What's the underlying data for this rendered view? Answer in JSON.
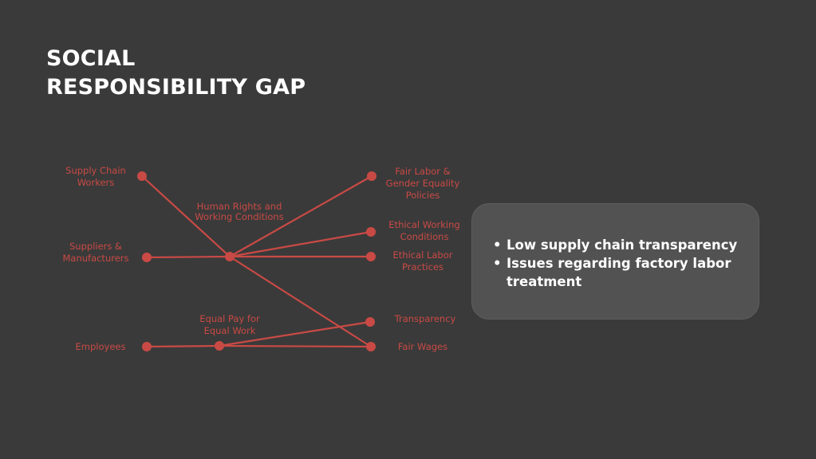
{
  "slide": {
    "title_line1": "SOCIAL",
    "title_line2": "RESPONSIBILITY GAP"
  },
  "diagram": {
    "accent_color": "#c94a45",
    "nodes": {
      "supply_chain_workers": "Supply Chain Workers",
      "suppliers_manufacturers": "Suppliers & Manufacturers",
      "employees": "Employees",
      "human_rights": "Human Rights and Working Conditions",
      "equal_pay": "Equal Pay for Equal Work",
      "fair_labor": "Fair Labor & Gender Equality Policies",
      "ethical_working": "Ethical Working Conditions",
      "ethical_labor": "Ethical Labor Practices",
      "transparency": "Transparency",
      "fair_wages": "Fair Wages"
    },
    "edges": [
      [
        "supply_chain_workers",
        "human_rights"
      ],
      [
        "suppliers_manufacturers",
        "human_rights"
      ],
      [
        "human_rights",
        "fair_labor"
      ],
      [
        "human_rights",
        "ethical_working"
      ],
      [
        "human_rights",
        "ethical_labor"
      ],
      [
        "human_rights",
        "fair_wages"
      ],
      [
        "employees",
        "equal_pay"
      ],
      [
        "equal_pay",
        "transparency"
      ],
      [
        "equal_pay",
        "fair_wages"
      ]
    ]
  },
  "issues": {
    "bullet": "•",
    "items": [
      "Low supply chain transparency",
      "Issues regarding factory labor treatment"
    ]
  }
}
